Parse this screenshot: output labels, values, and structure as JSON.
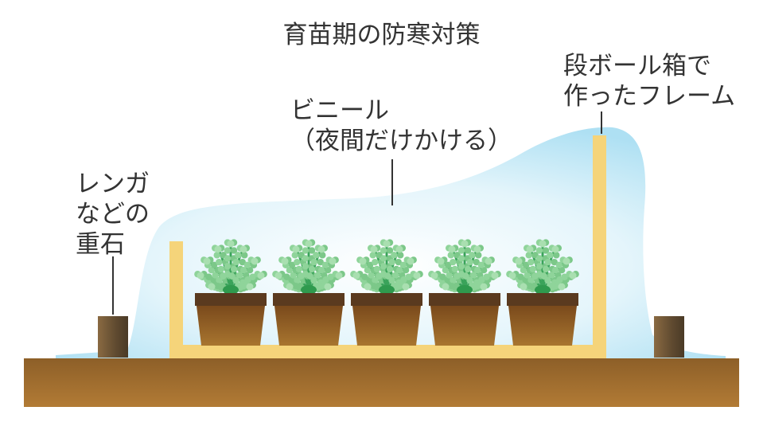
{
  "title": "育苗期の防寒対策",
  "labels": {
    "vinyl": [
      "ビニール",
      "（夜間だけかける）"
    ],
    "frame": [
      "段ボール箱で",
      "作ったフレーム"
    ],
    "stone": [
      "レンガ",
      "などの",
      "重石"
    ]
  },
  "pots": 5,
  "colors": {
    "ground": "#9b6a2c",
    "frame": "#f5d47a",
    "vinyl": "#aee0f3",
    "pot": "#9a6428",
    "pot_rim": "#5a3a1f",
    "leaf": "#7dcc8a",
    "stone": "#6e5a40"
  }
}
